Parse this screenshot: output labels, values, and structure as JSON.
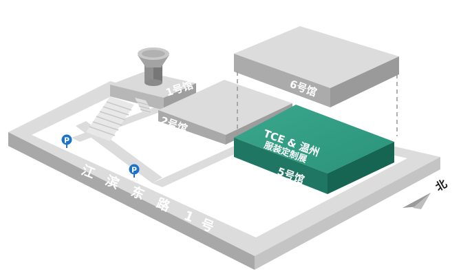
{
  "map": {
    "halls": {
      "hall1": {
        "label": "1号馆"
      },
      "hall2": {
        "label": "2号馆"
      },
      "hall5": {
        "label": "5号馆",
        "exhibit_line1": "TCE & 温州",
        "exhibit_line2": "服装定制展",
        "highlight_color": "#2e9a80"
      },
      "hall6": {
        "label": "6号馆"
      }
    },
    "road": {
      "label_chars": [
        "江",
        "滨",
        "东",
        "路",
        "1",
        "号"
      ]
    },
    "parking": {
      "symbol": "P",
      "color": "#1a73c8"
    },
    "north": {
      "label": "北",
      "icon": "north-arrow-icon"
    }
  }
}
